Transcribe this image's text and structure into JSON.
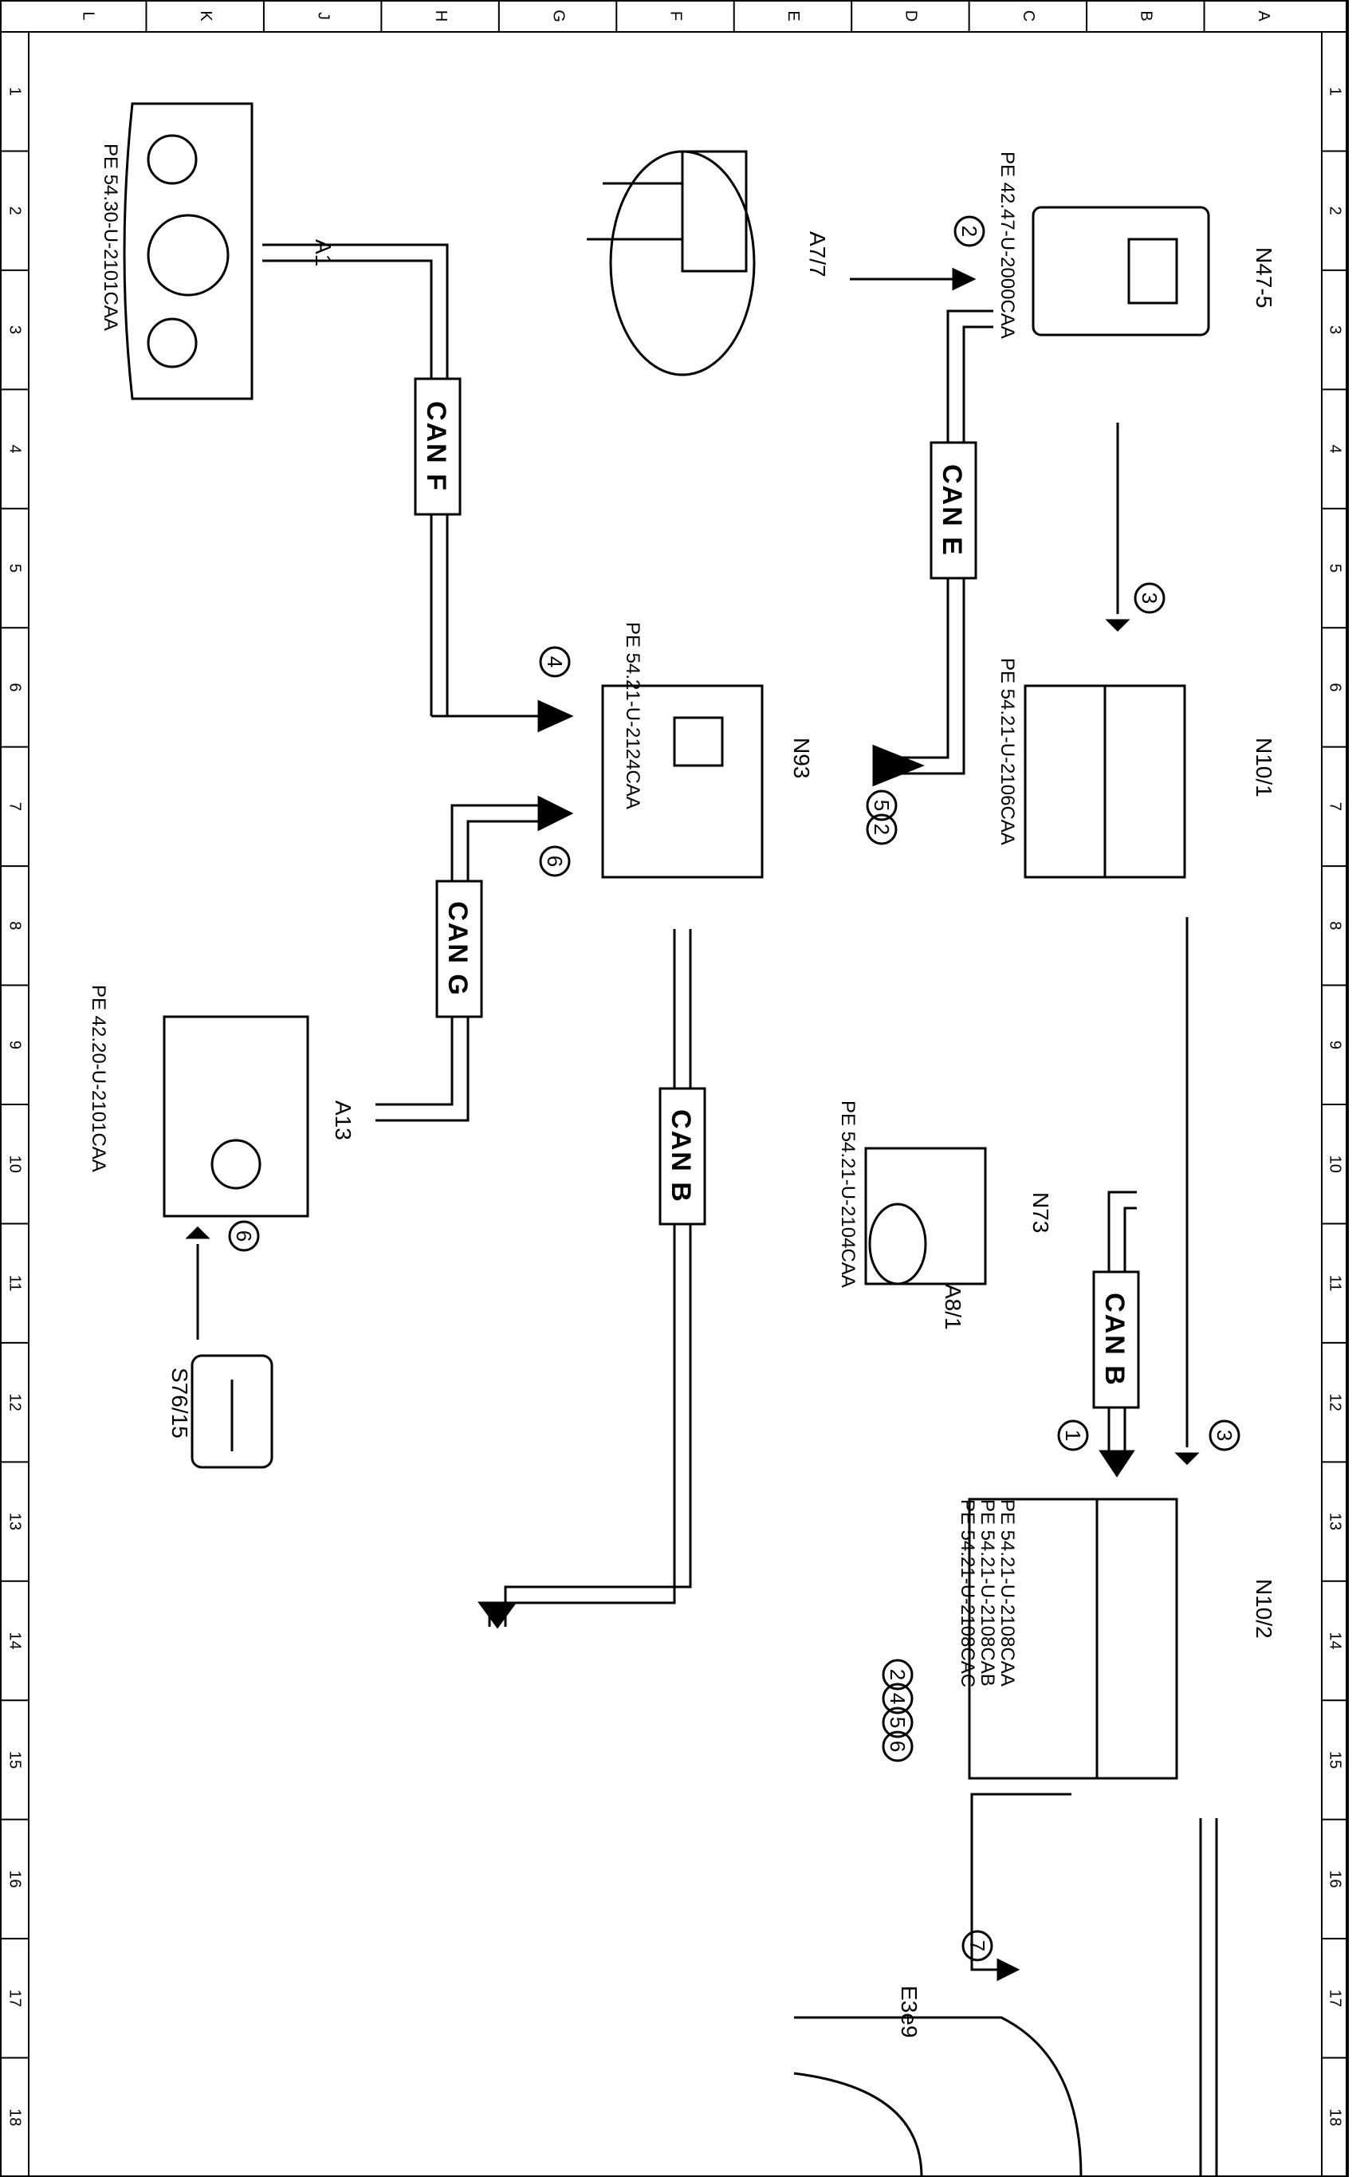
{
  "grid": {
    "letters": [
      "L",
      "K",
      "J",
      "H",
      "G",
      "F",
      "E",
      "D",
      "C",
      "B",
      "A"
    ],
    "numbers": [
      "1",
      "2",
      "3",
      "4",
      "5",
      "6",
      "7",
      "8",
      "9",
      "10",
      "11",
      "12",
      "13",
      "14",
      "15",
      "16",
      "17",
      "18"
    ]
  },
  "components": [
    {
      "id": "A1",
      "label": "A1",
      "refs": [
        "PE 54.30-U-2101CAA"
      ]
    },
    {
      "id": "A7/7",
      "label": "A7/7",
      "refs": []
    },
    {
      "id": "N47-5",
      "label": "N47-5",
      "refs": [
        "PE 42.47-U-2000CAA"
      ]
    },
    {
      "id": "N93",
      "label": "N93",
      "refs": [
        "PE 54.21-U-2124CAA"
      ]
    },
    {
      "id": "N10/1",
      "label": "N10/1",
      "refs": [
        "PE 54.21-U-2106CAA"
      ]
    },
    {
      "id": "A13",
      "label": "A13",
      "refs": [
        "PE 42.20-U-2101CAA"
      ]
    },
    {
      "id": "N73",
      "label": "N73",
      "refs": [
        "PE 54.21-U-2104CAA"
      ]
    },
    {
      "id": "A8/1",
      "label": "A8/1",
      "refs": []
    },
    {
      "id": "S76/15",
      "label": "S76/15",
      "refs": []
    },
    {
      "id": "N10/2",
      "label": "N10/2",
      "refs": [
        "PE 54.21-U-2108CAA",
        "PE 54.21-U-2108CAB",
        "PE 54.21-U-2108CAC"
      ]
    },
    {
      "id": "E3e9",
      "label": "E3e9",
      "refs": []
    }
  ],
  "buses": [
    {
      "id": "can-f",
      "label": "CAN F"
    },
    {
      "id": "can-e",
      "label": "CAN E"
    },
    {
      "id": "can-g",
      "label": "CAN G"
    },
    {
      "id": "can-b-main",
      "label": "CAN B"
    },
    {
      "id": "can-b-n73",
      "label": "CAN B"
    }
  ],
  "step_markers": [
    "1",
    "2",
    "3",
    "4",
    "5",
    "6",
    "7"
  ]
}
